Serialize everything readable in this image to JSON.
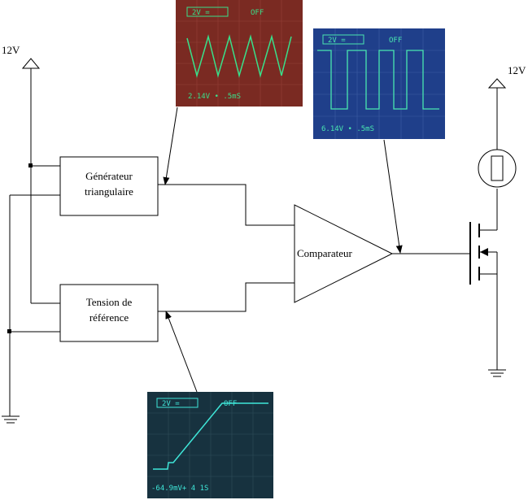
{
  "supply": {
    "left_label": "12V",
    "right_label": "12V"
  },
  "blocks": {
    "generator": {
      "line1": "Générateur",
      "line2": "triangulaire"
    },
    "reference": {
      "line1": "Tension de",
      "line2": "référence"
    },
    "comparator": {
      "label": "Comparateur"
    }
  },
  "scopes": {
    "triangle": {
      "volt_div": "2V =",
      "status": "OFF",
      "readout": "2.14V  •  .5mS",
      "bg_color": "#7a2a22",
      "trace_color": "#39e08a"
    },
    "pwm": {
      "volt_div": "2V =",
      "status": "OFF",
      "readout": "6.14V  •  .5mS",
      "bg_color": "#1f3f8a",
      "trace_color": "#49e6b0"
    },
    "ramp": {
      "volt_div": "2V =",
      "status": "OFF",
      "readout": "-64.9mV+ 4  1S",
      "bg_color": "#17323f",
      "trace_color": "#3fe6d8"
    }
  }
}
